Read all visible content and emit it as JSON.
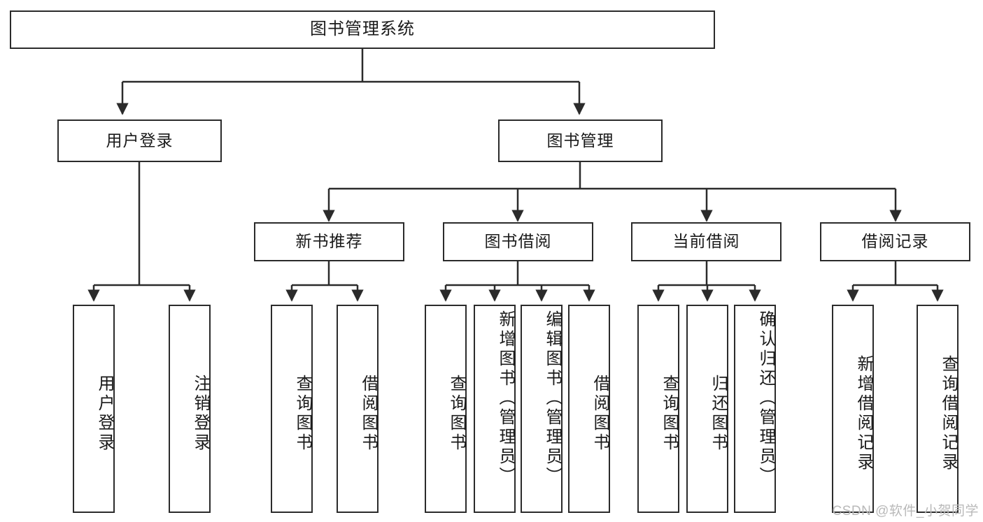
{
  "diagram": {
    "type": "tree",
    "title": "图书管理系统",
    "orientation": "top-down",
    "watermark": "CSDN @软件_小贺同学",
    "colors": {
      "stroke": "#2b2b2b",
      "fill": "#ffffff",
      "text": "#1a1a1a",
      "watermark": "#b9b9b9"
    }
  },
  "nodes": {
    "root": {
      "label": "图书管理系统"
    },
    "level2": [
      {
        "label": "用户登录"
      },
      {
        "label": "图书管理"
      }
    ],
    "level3": [
      {
        "label": "新书推荐"
      },
      {
        "label": "图书借阅"
      },
      {
        "label": "当前借阅"
      },
      {
        "label": "借阅记录"
      }
    ],
    "leaves": {
      "user_login": [
        {
          "label": "用户登录"
        },
        {
          "label": "注销登录"
        }
      ],
      "new_book_recommend": [
        {
          "label": "查询图书"
        },
        {
          "label": "借阅图书"
        }
      ],
      "book_borrow": [
        {
          "label": "查询图书"
        },
        {
          "label": "新增图书（管理员）"
        },
        {
          "label": "编辑图书（管理员）"
        },
        {
          "label": "借阅图书"
        }
      ],
      "current_borrow": [
        {
          "label": "查询图书"
        },
        {
          "label": "归还图书"
        },
        {
          "label": "确认归还（管理员）"
        }
      ],
      "borrow_record": [
        {
          "label": "新增借阅记录"
        },
        {
          "label": "查询借阅记录"
        }
      ]
    }
  }
}
